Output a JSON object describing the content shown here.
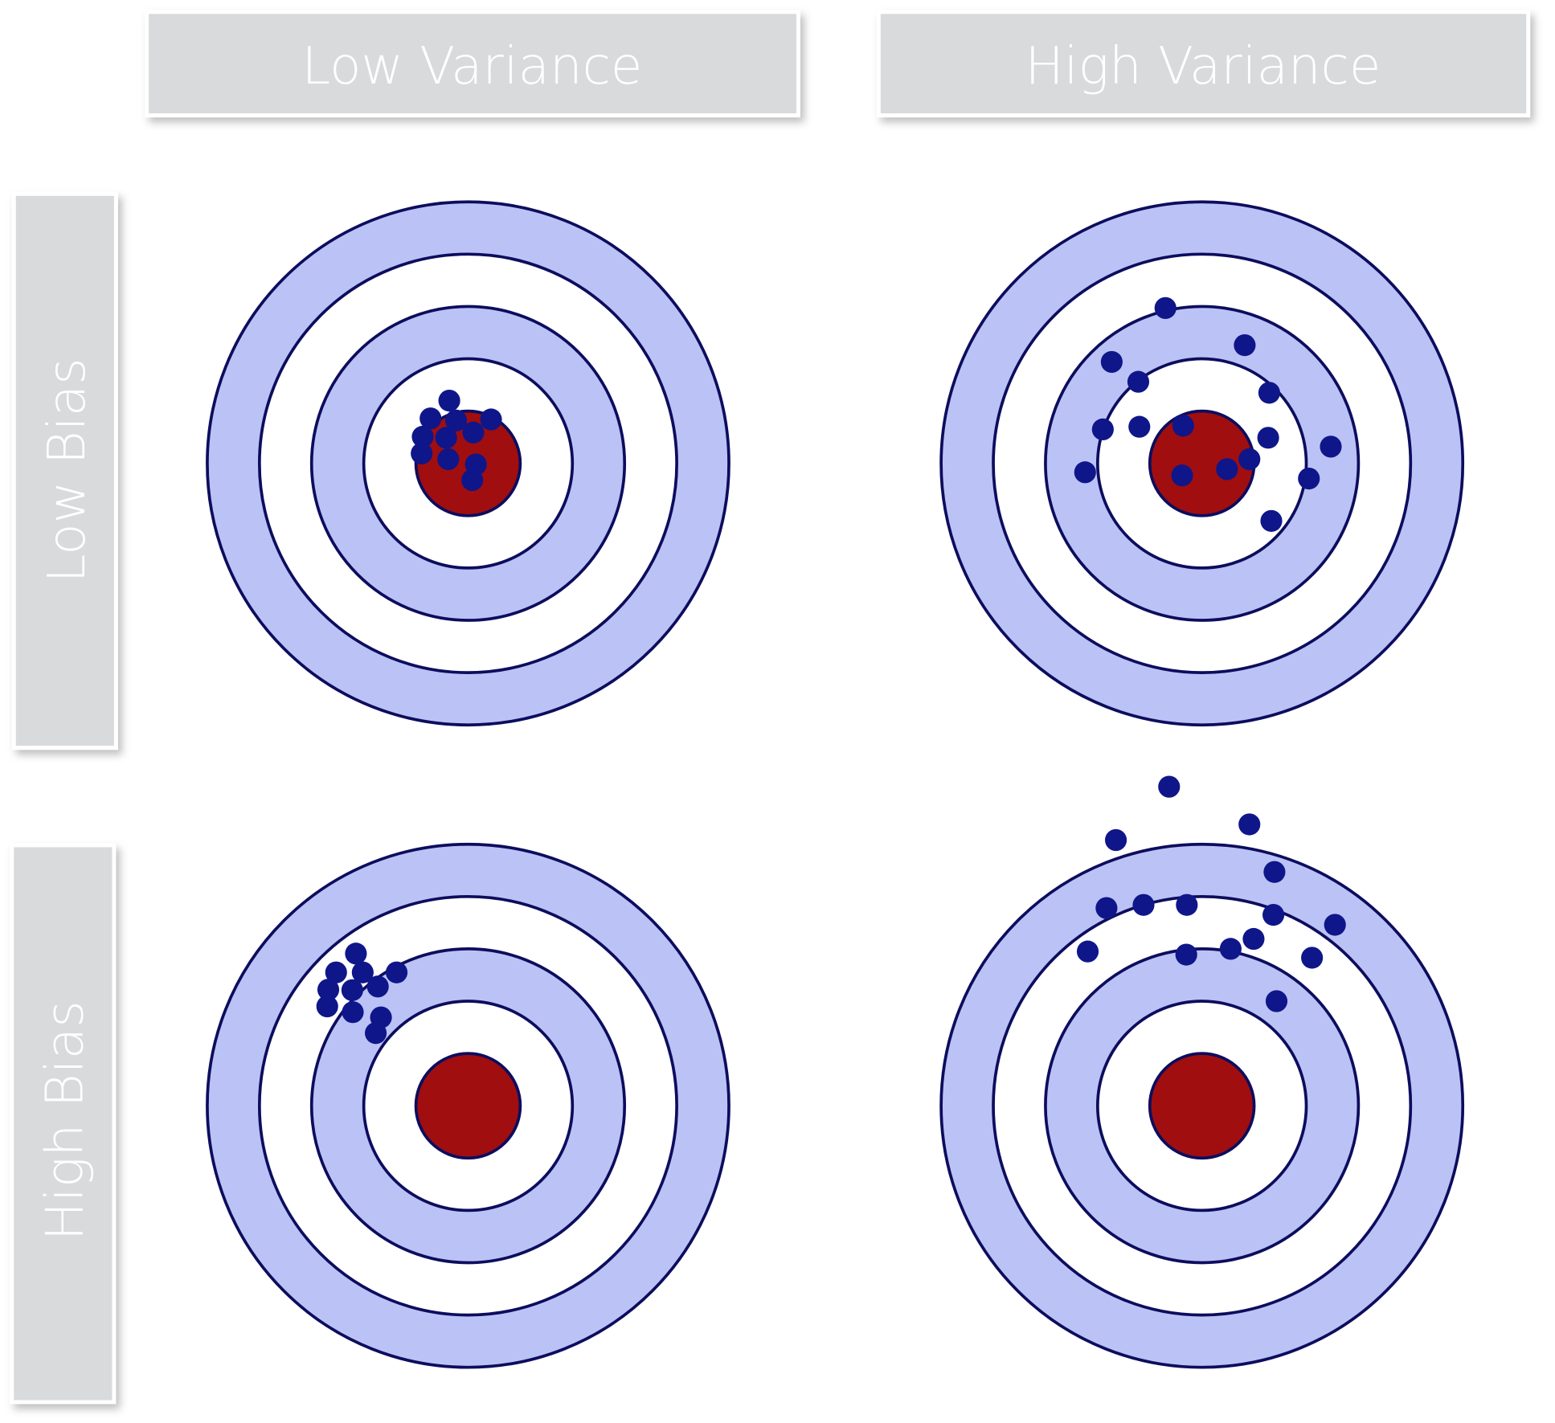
{
  "columns": [
    "Low Variance",
    "High Variance"
  ],
  "rows": [
    "Low Bias",
    "High Bias"
  ],
  "colors": {
    "ring_blue": "#bbc3f6",
    "ring_white": "#ffffff",
    "bullseye": "#a00e10",
    "outline": "#0d0d5e",
    "shot": "#0f168a",
    "header_bg": "#d9dadc"
  },
  "targets": [
    {
      "name": "low-bias-low-variance",
      "shots": [
        [
          -0.36,
          -1.2
        ],
        [
          -0.72,
          -0.86
        ],
        [
          -0.23,
          -0.82
        ],
        [
          0.44,
          -0.84
        ],
        [
          -0.87,
          -0.51
        ],
        [
          -0.42,
          -0.49
        ],
        [
          0.1,
          -0.59
        ],
        [
          -0.89,
          -0.19
        ],
        [
          -0.38,
          -0.08
        ],
        [
          0.15,
          0.02
        ],
        [
          0.08,
          0.32
        ]
      ]
    },
    {
      "name": "low-bias-high-variance",
      "shots": [
        [
          -0.7,
          -2.97
        ],
        [
          0.82,
          -2.26
        ],
        [
          -1.73,
          -1.94
        ],
        [
          -1.22,
          -1.56
        ],
        [
          1.29,
          -1.35
        ],
        [
          -1.9,
          -0.65
        ],
        [
          -1.2,
          -0.7
        ],
        [
          -0.36,
          -0.72
        ],
        [
          1.27,
          -0.49
        ],
        [
          2.47,
          -0.32
        ],
        [
          -2.24,
          0.17
        ],
        [
          -0.38,
          0.23
        ],
        [
          0.48,
          0.11
        ],
        [
          0.91,
          -0.08
        ],
        [
          2.05,
          0.29
        ],
        [
          1.33,
          1.1
        ]
      ]
    },
    {
      "name": "high-bias-low-variance",
      "shots": [
        [
          -2.15,
          -2.91
        ],
        [
          -2.53,
          -2.55
        ],
        [
          -2.02,
          -2.55
        ],
        [
          -1.37,
          -2.55
        ],
        [
          -2.68,
          -2.22
        ],
        [
          -2.22,
          -2.21
        ],
        [
          -1.73,
          -2.28
        ],
        [
          -2.7,
          -1.9
        ],
        [
          -2.21,
          -1.79
        ],
        [
          -1.67,
          -1.69
        ],
        [
          -1.77,
          -1.39
        ]
      ]
    },
    {
      "name": "high-bias-high-variance",
      "shots": [
        [
          -0.63,
          -6.1
        ],
        [
          0.91,
          -5.38
        ],
        [
          -1.65,
          -5.08
        ],
        [
          1.39,
          -4.47
        ],
        [
          -1.83,
          -3.78
        ],
        [
          -1.12,
          -3.84
        ],
        [
          -0.29,
          -3.84
        ],
        [
          1.37,
          -3.65
        ],
        [
          2.55,
          -3.46
        ],
        [
          0.99,
          -3.19
        ],
        [
          0.55,
          -3.0
        ],
        [
          -2.19,
          -2.95
        ],
        [
          -0.3,
          -2.89
        ],
        [
          2.11,
          -2.83
        ],
        [
          1.43,
          -2.0
        ]
      ]
    }
  ]
}
